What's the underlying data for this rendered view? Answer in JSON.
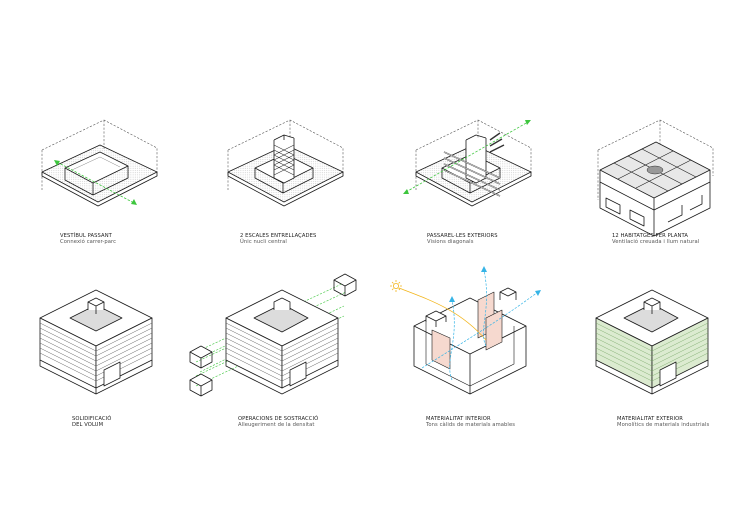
{
  "colors": {
    "line": "#1a1a1a",
    "dash": "#555555",
    "accent_green": "#3ec63e",
    "accent_blue": "#36b4e6",
    "accent_sun": "#f2b418",
    "warm_fill": "#f6d9cf",
    "green_fill": "#dcebd0",
    "hatch": "#cfcfcf"
  },
  "panels": [
    {
      "title": "VESTÍBUL PASSANT",
      "subtitle": "Connexió carrer-parc"
    },
    {
      "title": "2 ESCALES ENTRELLAÇADES",
      "subtitle": "Únic nucli central"
    },
    {
      "title": "PASSAREL·LES EXTERIORS",
      "subtitle": "Visions diagonals"
    },
    {
      "title": "12 HABITATGES PER PLANTA",
      "subtitle": "Ventilació creuada i llum natural"
    },
    {
      "title": "SOLIDIFICACIÓ",
      "subtitle": "DEL VOLUM"
    },
    {
      "title": "OPERACIONS DE SOSTRACCIÓ",
      "subtitle": "Alleugeriment de la densitat"
    },
    {
      "title": "MATERIALITAT INTERIOR",
      "subtitle": "Tons càlids de materials amables"
    },
    {
      "title": "MATERIALITAT EXTERIOR",
      "subtitle": "Monolítics de materials industrials"
    }
  ]
}
